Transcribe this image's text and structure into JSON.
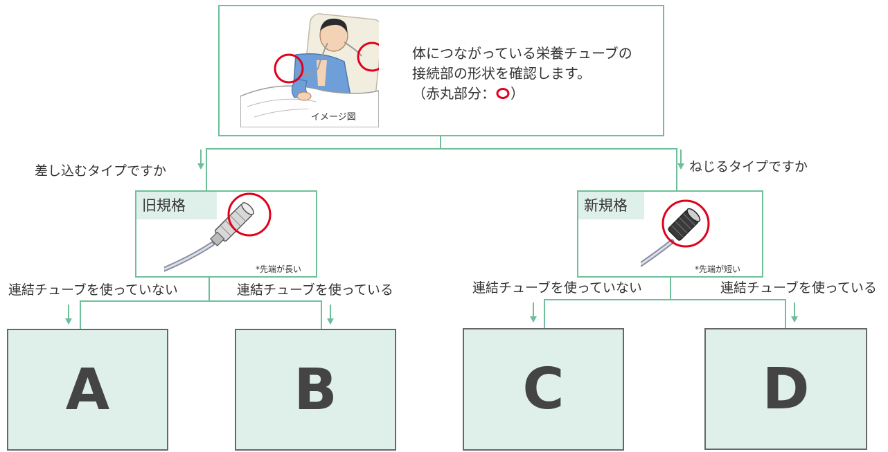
{
  "intro": {
    "line1": "体につながっている栄養チューブの",
    "line2": "接続部の形状を確認します。",
    "line3_prefix": "（赤丸部分：",
    "line3_suffix": "）",
    "image_caption": "イメージ図"
  },
  "branches": {
    "left_question": "差し込むタイプですか",
    "right_question": "ねじるタイプですか"
  },
  "old_standard": {
    "title": "旧規格",
    "note": "*先端が長い",
    "no_tube": "連結チューブを使っていない",
    "with_tube": "連結チューブを使っている"
  },
  "new_standard": {
    "title": "新規格",
    "note": "*先端が短い",
    "no_tube": "連結チューブを使っていない",
    "with_tube": "連結チューブを使っている"
  },
  "results": {
    "a": "A",
    "b": "B",
    "c": "C",
    "d": "D"
  },
  "colors": {
    "connector_line": "#6dbf99",
    "result_fill": "#dff0ea",
    "highlight_circle": "#e0001b"
  }
}
